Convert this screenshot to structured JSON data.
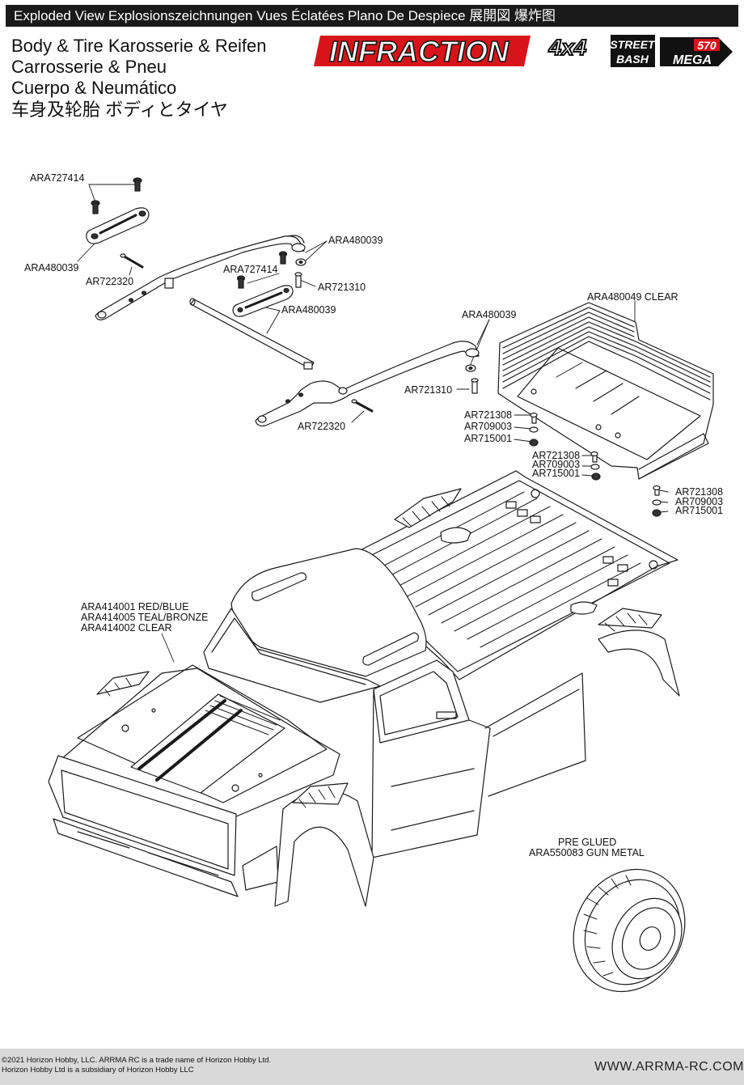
{
  "banner": {
    "text": "Exploded View  Explosionszeichnungen  Vues Éclatées  Plano De Despiece 展開図  爆炸图"
  },
  "titles": {
    "line1": "Body & Tire    Karosserie & Reifen",
    "line2": "Carrosserie & Pneu",
    "line3": "Cuerpo & Neumático",
    "line4": "车身及轮胎    ボディとタイヤ"
  },
  "logos": {
    "model": "INFRACTION",
    "drive": "4x4",
    "badge_line1": "STREET",
    "badge_line2": "BASH",
    "motor_number": "570",
    "motor_name": "MEGA"
  },
  "labels": {
    "screw_top_left": "ARA727414",
    "brace_left": "ARA480039",
    "pin_left": "AR722320",
    "brace_right_top": "ARA480039",
    "screw_mid": "ARA727414",
    "post_mid": "AR721310",
    "bar_mid": "ARA480039",
    "brace_right": "ARA480039",
    "post_right": "AR721310",
    "pin_right": "AR722320",
    "wing": "ARA480049 CLEAR",
    "hw1_a": "AR721308",
    "hw1_b": "AR709003",
    "hw1_c": "AR715001",
    "hw2_a": "AR721308",
    "hw2_b": "AR709003",
    "hw2_c": "AR715001",
    "hw3_a": "AR721308",
    "hw3_b": "AR709003",
    "hw3_c": "AR715001",
    "body_1": "ARA414001 RED/BLUE",
    "body_2": "ARA414005 TEAL/BRONZE",
    "body_3": "ARA414002 CLEAR",
    "tire_1": "PRE GLUED",
    "tire_2": "ARA550083 GUN METAL"
  },
  "footer": {
    "copyright_1": "©2021 Horizon Hobby, LLC. ARRMA RC is a trade name of Horizon Hobby Ltd.",
    "copyright_2": "Horizon Hobby Ltd is a subsidiary of Horizon Hobby LLC",
    "website": "WWW.ARRMA-RC.COM"
  },
  "colors": {
    "banner": "#1a1a1a",
    "logo_red": "#d7141a",
    "footer": "#d9d9d9"
  }
}
